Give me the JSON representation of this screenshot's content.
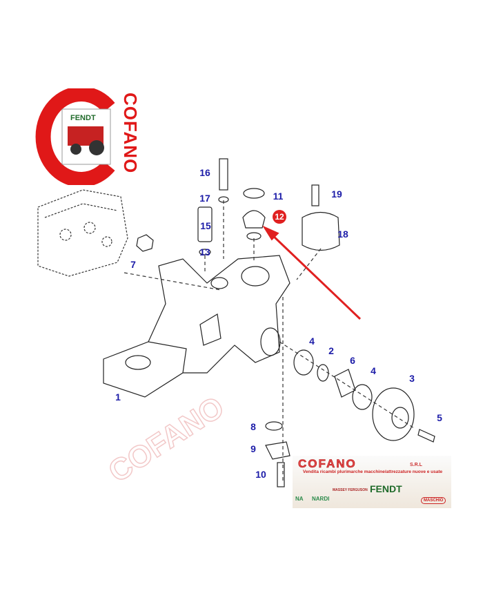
{
  "logo": {
    "text": "COFANO",
    "inner_brand": "FENDT"
  },
  "callout": {
    "label": "12",
    "color": "#e02020"
  },
  "part_labels": [
    {
      "id": "16",
      "label": "16"
    },
    {
      "id": "17",
      "label": "17"
    },
    {
      "id": "11",
      "label": "11"
    },
    {
      "id": "19",
      "label": "19"
    },
    {
      "id": "15",
      "label": "15"
    },
    {
      "id": "18",
      "label": "18"
    },
    {
      "id": "13",
      "label": "13"
    },
    {
      "id": "7",
      "label": "7"
    },
    {
      "id": "4a",
      "label": "4"
    },
    {
      "id": "2",
      "label": "2"
    },
    {
      "id": "6",
      "label": "6"
    },
    {
      "id": "4b",
      "label": "4"
    },
    {
      "id": "3",
      "label": "3"
    },
    {
      "id": "5",
      "label": "5"
    },
    {
      "id": "1",
      "label": "1"
    },
    {
      "id": "8",
      "label": "8"
    },
    {
      "id": "9",
      "label": "9"
    },
    {
      "id": "10",
      "label": "10"
    }
  ],
  "banner": {
    "title": "COFANO",
    "suffix": "S.R.L",
    "subtitle": "Vendita ricambi plurimarche macchine/attrezzature nuove e usate",
    "brands": [
      "NA",
      "NARDI",
      "MASSEY FERGUSON",
      "FENDT",
      "MASCHIO"
    ]
  },
  "colors": {
    "label": "#1c1ca8",
    "accent": "#e02020"
  }
}
